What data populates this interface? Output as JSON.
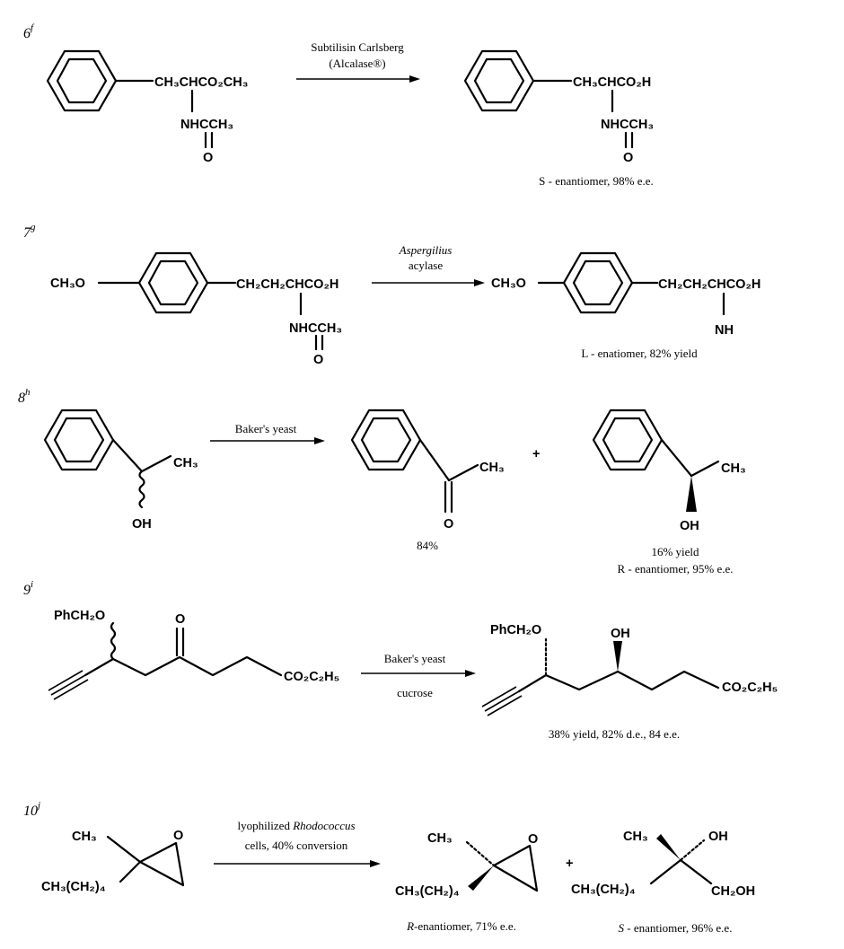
{
  "reactions": [
    {
      "number": "6",
      "ref": "f",
      "reactant": {
        "chain": "CH₃CHCO₂CH₃",
        "substituent": "NHCCH₃",
        "oxygen": "O"
      },
      "reagent": {
        "line1": "Subtilisin Carlsberg",
        "line2": "(Alcalase®)"
      },
      "product": {
        "chain": "CH₃CHCO₂H",
        "substituent": "NHCCH₃",
        "oxygen": "O",
        "caption": "S - enantiomer, 98% e.e."
      }
    },
    {
      "number": "7",
      "ref": "g",
      "reactant": {
        "prefix": "CH₃O",
        "chain": "CH₂CH₂CHCO₂H",
        "substituent": "NHCCH₃",
        "oxygen": "O"
      },
      "reagent": {
        "line1": "Aspergilius",
        "line2": "acylase"
      },
      "product": {
        "prefix": "CH₃O",
        "chain": "CH₂CH₂CHCO₂H",
        "substituent": "NH",
        "caption": "L - enatiomer, 82% yield"
      }
    },
    {
      "number": "8",
      "ref": "h",
      "reactant": {
        "methyl": "CH₃",
        "hydroxyl": "OH"
      },
      "reagent": {
        "line1": "Baker's yeast"
      },
      "plus": "+",
      "product_ketone": {
        "methyl": "CH₃",
        "oxygen": "O",
        "caption": "84%"
      },
      "product_alcohol": {
        "methyl": "CH₃",
        "hydroxyl": "OH",
        "caption1": "16% yield",
        "caption2": "R - enantiomer, 95% e.e."
      }
    },
    {
      "number": "9",
      "ref": "i",
      "reactant": {
        "ether": "PhCH₂O",
        "oxygen": "O",
        "ester": "CO₂C₂H₅"
      },
      "reagent": {
        "line1": "Baker's yeast",
        "line2": "cucrose"
      },
      "product": {
        "ether": "PhCH₂O",
        "hydroxyl": "OH",
        "ester": "CO₂C₂H₅",
        "caption": "38% yield, 82% d.e., 84 e.e."
      }
    },
    {
      "number": "10",
      "ref": "j",
      "reactant": {
        "methyl": "CH₃",
        "chain": "CH₃(CH₂)₄",
        "oxygen": "O"
      },
      "reagent": {
        "line1a": "lyophilized ",
        "line1b": "Rhodococcus",
        "line2": "cells, 40% conversion"
      },
      "plus": "+",
      "product_epoxide": {
        "methyl": "CH₃",
        "chain": "CH₃(CH₂)₄",
        "oxygen": "O",
        "caption_letter": "R",
        "caption_rest": "-enantiomer, 71% e.e."
      },
      "product_diol": {
        "methyl": "CH₃",
        "hydroxyl": "OH",
        "chain": "CH₃(CH₂)₄",
        "hydroxymethyl": "CH₂OH",
        "caption_letter": "S",
        "caption_rest": " - enantiomer, 96% e.e."
      }
    }
  ]
}
